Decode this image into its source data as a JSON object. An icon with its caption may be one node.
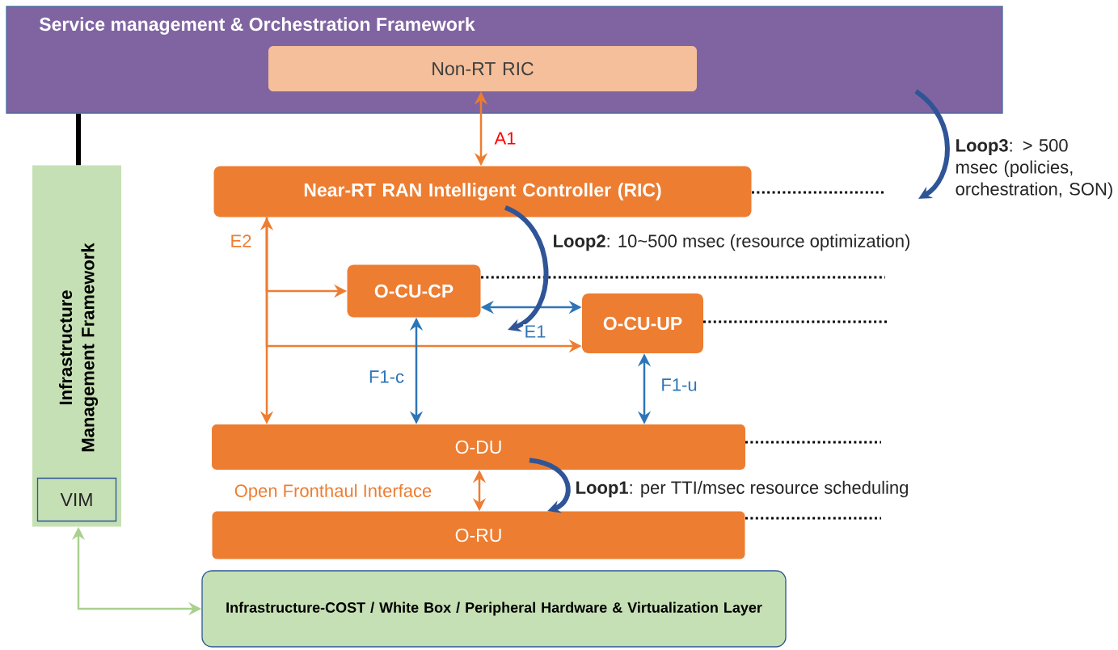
{
  "diagram": {
    "nodes": [
      {
        "text": [
          "Service management & Orchestration Framework"
        ]
      },
      {
        "text": [
          "Non-RT  RIC"
        ],
        "in": 0
      },
      {
        "text": [
          "Near-RT RAN Intelligent Controller (RIC)"
        ]
      },
      {
        "text": [
          "O-CU-CP"
        ]
      },
      {
        "text": [
          "O-CU-UP"
        ]
      },
      {
        "text": [
          "O-DU"
        ]
      },
      {
        "text": [
          "O-RU"
        ]
      },
      {
        "text": [
          "Infrastructure Management Framework"
        ]
      },
      {
        "text": [
          "VIM"
        ],
        "in": 7
      },
      {
        "text": [
          "Infrastructure-COST / White Box / Peripheral Hardware & Virtualization Layer"
        ]
      }
    ],
    "edges": [
      {
        "from": 1,
        "to": 2,
        "arrow": "both",
        "label": "A1"
      },
      {
        "from": 2,
        "to": 5,
        "arrow": "both",
        "label": "E2"
      },
      {
        "from": 2,
        "to": 3,
        "arrow": "to"
      },
      {
        "from": 2,
        "to": 4,
        "arrow": "to"
      },
      {
        "from": 3,
        "to": 4,
        "arrow": "both",
        "label": "E1",
        "color": "#2e75b6"
      },
      {
        "from": 3,
        "to": 5,
        "arrow": "both",
        "label": "F1-c",
        "color": "#2e75b6"
      },
      {
        "from": 4,
        "to": 5,
        "arrow": "both",
        "label": "F1-u",
        "color": "#2e75b6"
      },
      {
        "from": 5,
        "to": 6,
        "arrow": "both",
        "label": "Open Fronthaul Interface"
      },
      {
        "from": 0,
        "to": 7,
        "arrow": "none",
        "style": "thick",
        "color": "#000000"
      },
      {
        "from": 7,
        "to": 9,
        "arrow": "both",
        "color": "#a9d18e"
      },
      {
        "from": 0,
        "to": null,
        "arrow": "to",
        "label": "**Loop3**: > 500 msec (policies, orchestration, SON)",
        "style": "thick",
        "color": "#2f5597"
      },
      {
        "from": 2,
        "to": null,
        "arrow": "to",
        "label": "**Loop2**: 10~500 msec (resource optimization)",
        "style": "thick",
        "color": "#2f5597"
      },
      {
        "from": 5,
        "to": 6,
        "arrow": "to",
        "label": "**Loop1**: per TTI/msec resource scheduling",
        "style": "thick",
        "color": "#2f5597"
      }
    ]
  }
}
